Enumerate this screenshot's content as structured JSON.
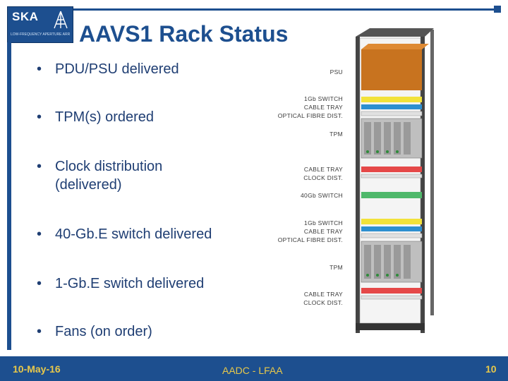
{
  "header": {
    "logo_text": "SKA",
    "logo_sub": "LOW-FREQUENCY APERTURE ARRAY",
    "title": "AAVS1 Rack Status"
  },
  "bullets": [
    {
      "text": "PDU/PSU delivered"
    },
    {
      "text": "TPM(s) ordered"
    },
    {
      "text": "Clock distribution (delivered)"
    },
    {
      "text": "40-Gb.E switch delivered"
    },
    {
      "text": "1-Gb.E switch delivered"
    },
    {
      "text": "Fans (on order)"
    }
  ],
  "bullet_glyph": "•",
  "rack_labels": {
    "psu": "PSU",
    "group1": [
      "1Gb SWITCH",
      "CABLE TRAY",
      "OPTICAL FIBRE DIST."
    ],
    "tpm1": "TPM",
    "group2": [
      "CABLE TRAY",
      "CLOCK DIST."
    ],
    "switch40": "40Gb SWITCH",
    "group3": [
      "1Gb SWITCH",
      "CABLE TRAY",
      "OPTICAL FIBRE DIST."
    ],
    "tpm2": "TPM",
    "group4": [
      "CABLE TRAY",
      "CLOCK DIST."
    ]
  },
  "colors": {
    "brand": "#1d4f8f",
    "footer_text": "#e8c84a",
    "psu": "#c8731f",
    "switch_yellow": "#f2e23a",
    "tray_blue": "#2d8fd0",
    "tray_red": "#e54848",
    "switch_green": "#4fb86b"
  },
  "footer": {
    "date": "10-May-16",
    "center": "AADC - LFAA",
    "page": "10"
  }
}
